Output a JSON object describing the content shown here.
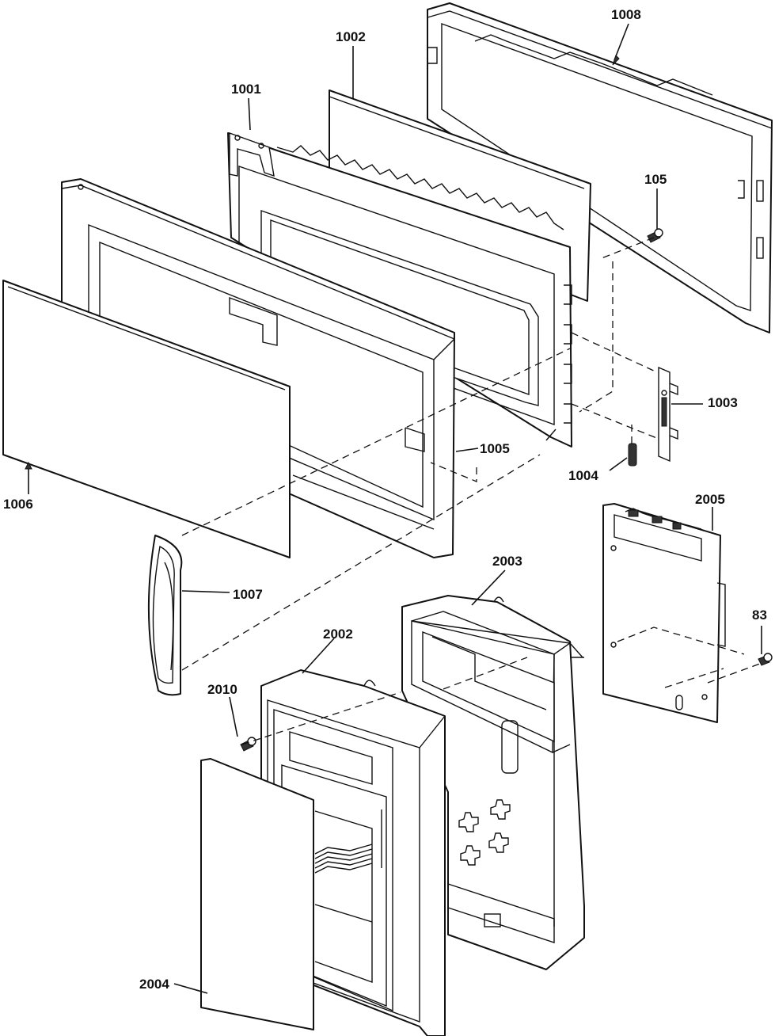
{
  "callouts": {
    "c1008": "1008",
    "c1002": "1002",
    "c1001": "1001",
    "c105": "105",
    "c1003": "1003",
    "c1004": "1004",
    "c1005": "1005",
    "c1006": "1006",
    "c1007": "1007",
    "c2005": "2005",
    "c2003": "2003",
    "c2002": "2002",
    "c83": "83",
    "c2010": "2010",
    "c2004": "2004"
  },
  "colors": {
    "line": "#111111",
    "background": "#ffffff"
  }
}
